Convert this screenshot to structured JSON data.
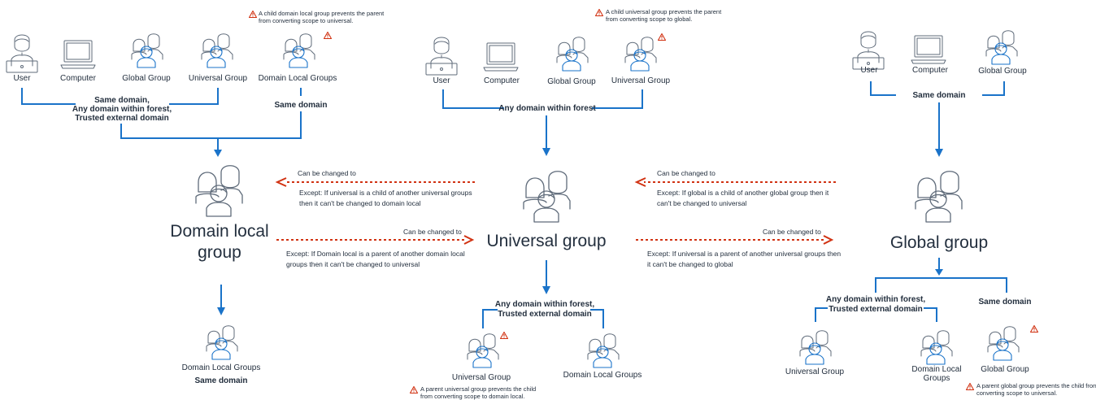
{
  "left": {
    "icons": [
      "User",
      "Computer",
      "Global Group",
      "Universal Group",
      "Domain Local Groups"
    ],
    "scope_a": [
      "Same domain,",
      "Any domain within forest,",
      "Trusted external domain"
    ],
    "scope_b": "Same domain",
    "warning": [
      "A child domain local group prevents the parent",
      "from converting scope to universal."
    ],
    "group_title": [
      "Domain local",
      "group"
    ],
    "child_icon": "Domain Local Groups",
    "child_scope": "Same domain"
  },
  "middle": {
    "icons": [
      "User",
      "Computer",
      "Global Group",
      "Universal Group"
    ],
    "scope": "Any domain within forest",
    "warning": [
      "A child universal group prevents the parent",
      "from converting scope to global."
    ],
    "group_title": "Universal group",
    "child_scope": [
      "Any domain within forest,",
      "Trusted external domain"
    ],
    "child_icons": [
      "Universal Group",
      "Domain Local Groups"
    ],
    "child_warning": [
      "A parent universal group prevents the child",
      "from converting scope to domain local."
    ]
  },
  "right": {
    "icons": [
      "User",
      "Computer",
      "Global Group"
    ],
    "scope": "Same domain",
    "group_title": "Global group",
    "child_scope_a": [
      "Any domain within forest,",
      "Trusted external domain"
    ],
    "child_scope_b": "Same domain",
    "child_icons": [
      "Universal Group",
      "Domain Local Groups",
      "Global Group"
    ],
    "child_domain_local_lines": [
      "Domain Local",
      "Groups"
    ],
    "child_warning": [
      "A parent global group prevents the child from",
      "converting scope to universal."
    ]
  },
  "arrows": {
    "m_to_l": {
      "label": "Can be changed to",
      "except": [
        "Except: If universal is a child of another universal groups",
        "then it can't be changed to domain local"
      ]
    },
    "l_to_m": {
      "label": "Can be changed to",
      "except": [
        "Except: If Domain local is a parent of another domain local",
        "groups then it can't be changed to universal"
      ]
    },
    "r_to_m": {
      "label": "Can be changed to",
      "except": [
        "Except: If global is a child of another global group then it",
        "can't be changed to universal"
      ]
    },
    "m_to_r": {
      "label": "Can be changed to",
      "except": [
        "Except: If universal is a parent of another universal groups then",
        "it can't be changed to global"
      ]
    }
  },
  "colors": {
    "flow": "#1a73c9",
    "convert": "#d13212",
    "icon": "#5f6b7a",
    "warning": "#d13212"
  }
}
